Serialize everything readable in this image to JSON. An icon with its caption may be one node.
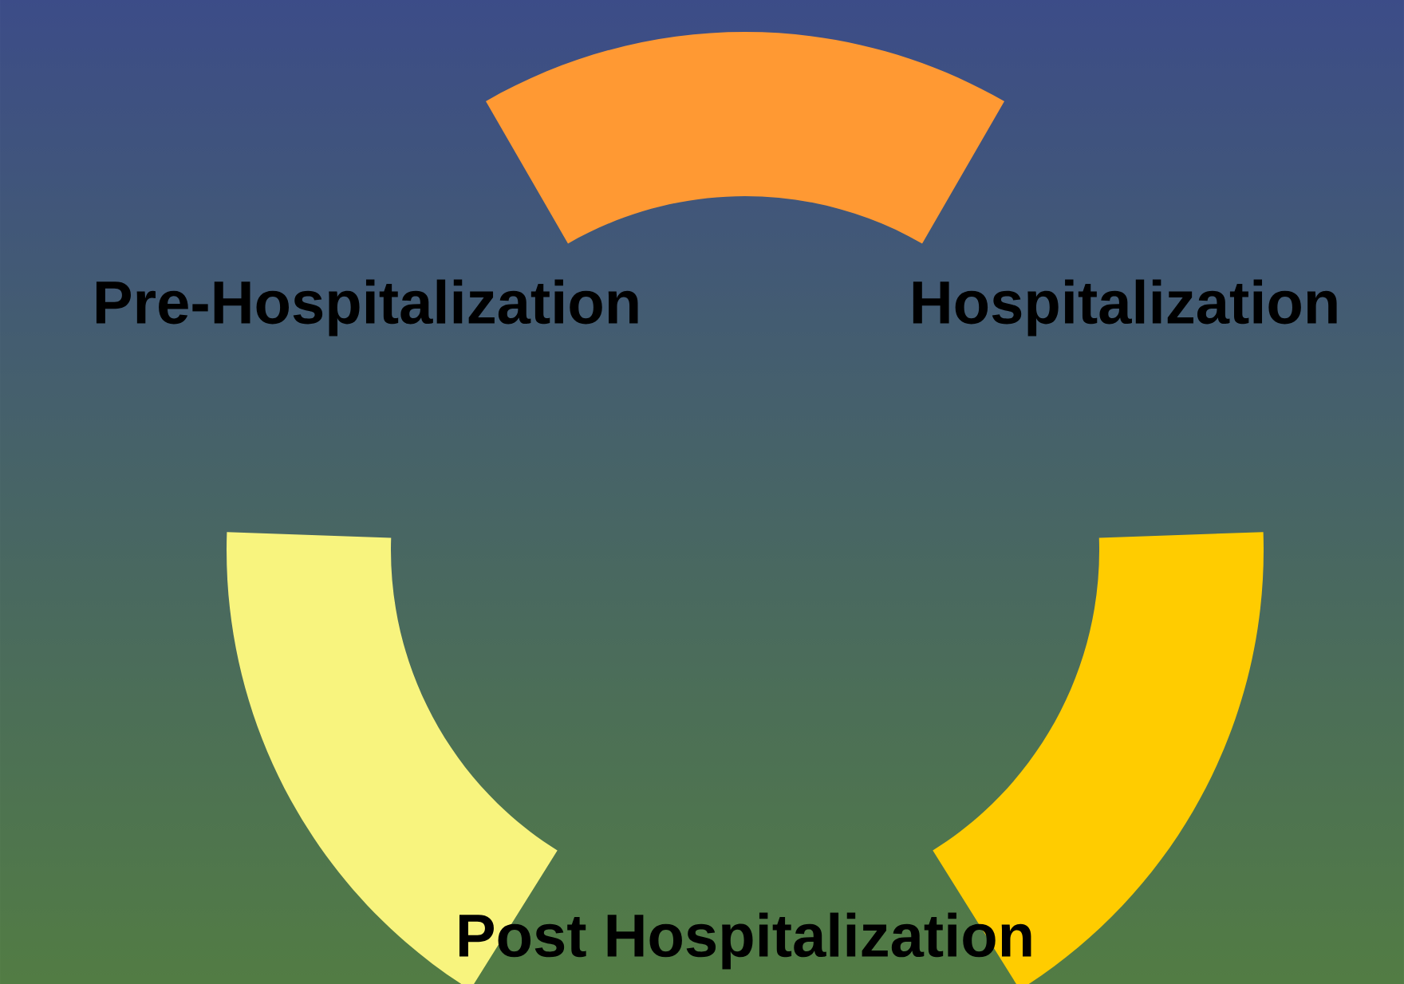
{
  "diagram": {
    "nodes": [
      {
        "text": [],
        "shape": "arc"
      },
      {
        "text": [],
        "shape": "arc"
      },
      {
        "text": [],
        "shape": "arc"
      }
    ],
    "labels": [
      "Pre-Hospitalization",
      "Hospitalization",
      "Post Hospitalization"
    ]
  }
}
